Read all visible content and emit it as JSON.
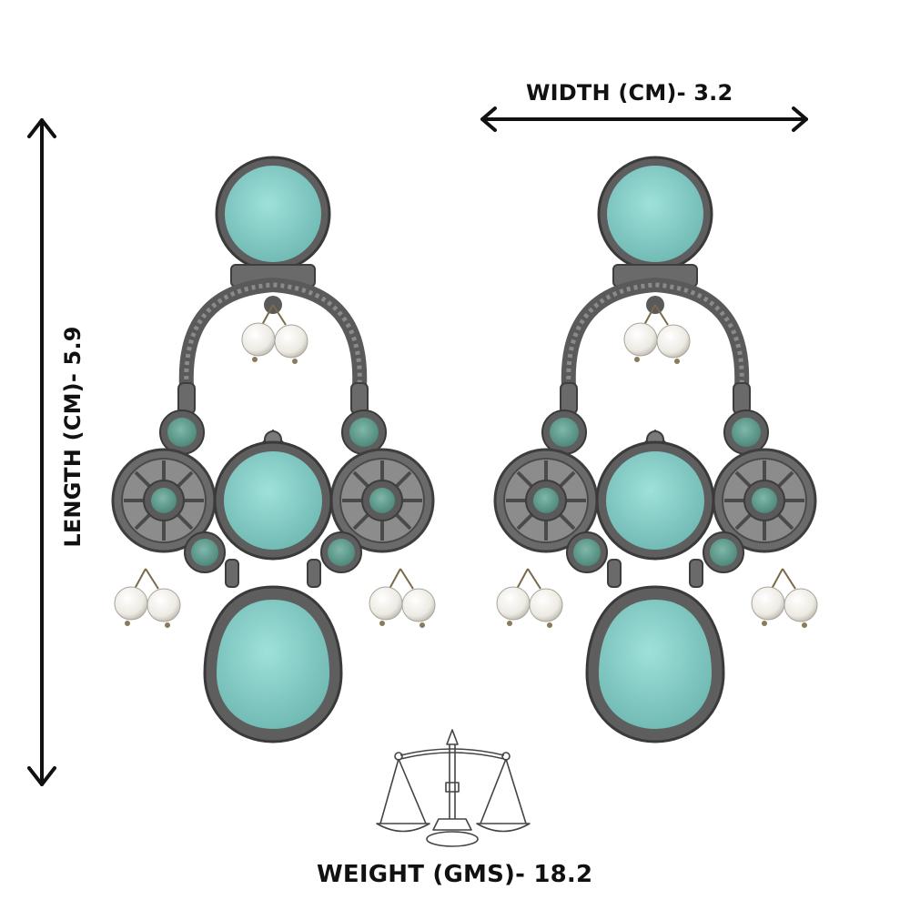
{
  "labels": {
    "width": "WIDTH (CM)- 3.2",
    "length": "LENGTH (CM)- 5.9",
    "weight": "WEIGHT (GMS)- 18.2"
  },
  "colors": {
    "stone": "#8fd3cd",
    "stone_dark": "#6fb8b2",
    "small_stone": "#5f9c8e",
    "metal": "#5b5b5b",
    "metal_light": "#8a8a8a",
    "pearl": "#f2f0ea",
    "text": "#111111"
  },
  "icons": {
    "width_arrow": "double-arrow-horizontal-icon",
    "length_arrow": "double-arrow-vertical-icon",
    "weight": "balance-scale-icon"
  }
}
